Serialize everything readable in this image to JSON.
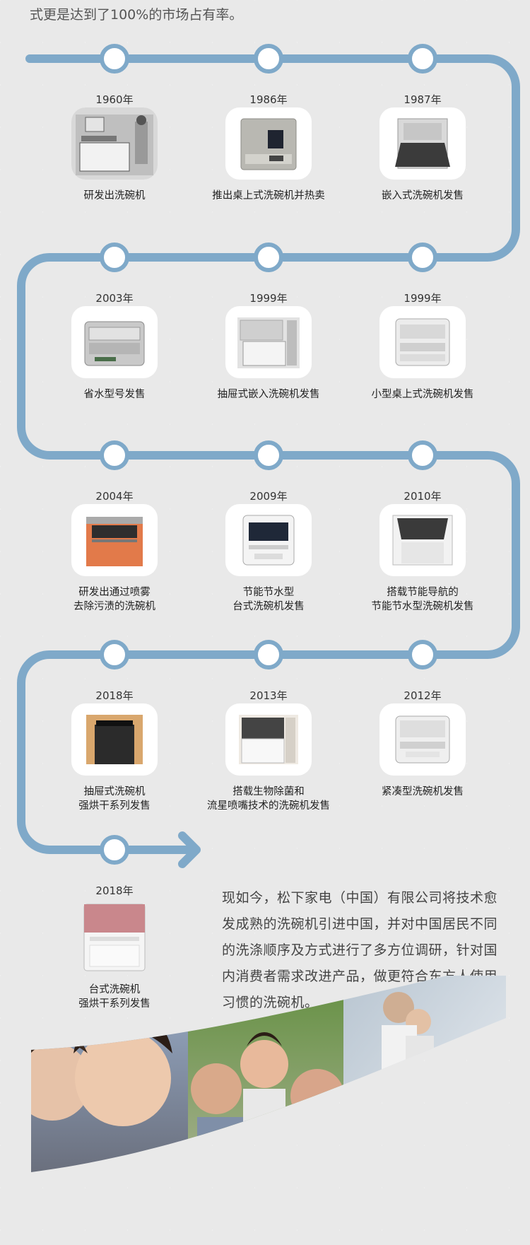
{
  "intro_text": "式更是达到了100%的市场占有率。",
  "milestones": [
    {
      "year": "1960年",
      "caption": "研发出洗碗机",
      "icon": "vintage-kitchen-photo"
    },
    {
      "year": "1986年",
      "caption": "推出桌上式洗碗机并热卖",
      "icon": "countertop-dishwasher-photo"
    },
    {
      "year": "1987年",
      "caption": "嵌入式洗碗机发售",
      "icon": "builtin-dishwasher-photo"
    },
    {
      "year": "2003年",
      "caption": "省水型号发售",
      "icon": "water-saving-dishwasher-photo"
    },
    {
      "year": "1999年",
      "caption": "抽屉式嵌入洗碗机发售",
      "icon": "drawer-dishwasher-photo"
    },
    {
      "year": "1999年",
      "caption": "小型桌上式洗碗机发售",
      "icon": "compact-dishwasher-photo"
    },
    {
      "year": "2004年",
      "caption": "研发出通过喷雾\n去除污渍的洗碗机",
      "icon": "spray-dishwasher-photo"
    },
    {
      "year": "2009年",
      "caption": "节能节水型\n台式洗碗机发售",
      "icon": "eco-tabletop-dishwasher-photo"
    },
    {
      "year": "2010年",
      "caption": "搭载节能导航的\n节能节水型洗碗机发售",
      "icon": "eco-navi-dishwasher-photo"
    },
    {
      "year": "2018年",
      "caption": "抽屉式洗碗机\n强烘干系列发售",
      "icon": "drawer-dryer-dishwasher-photo"
    },
    {
      "year": "2013年",
      "caption": "搭载生物除菌和\n流星喷嘴技术的洗碗机发售",
      "icon": "bio-sterilize-dishwasher-photo"
    },
    {
      "year": "2012年",
      "caption": "紧凑型洗碗机发售",
      "icon": "compact-tabletop-dishwasher-photo"
    },
    {
      "year": "2018年",
      "caption": "台式洗碗机\n强烘干系列发售",
      "icon": "pink-tabletop-dishwasher-photo"
    }
  ],
  "closing_text": "现如今，松下家电（中国）有限公司将技术愈发成熟的洗碗机引进中国，并对中国居民不同的洗涤顺序及方式进行了多方位调研，针对国内消费者需求改进产品，做更符合东方人使用习惯的洗碗机。",
  "colors": {
    "track": "#7fa9c9",
    "node_fill": "#ffffff",
    "background": "#e9e9e9"
  },
  "photo_strip_icons": [
    "smiling-girls-photo",
    "family-photo",
    "grandparent-child-photo"
  ]
}
